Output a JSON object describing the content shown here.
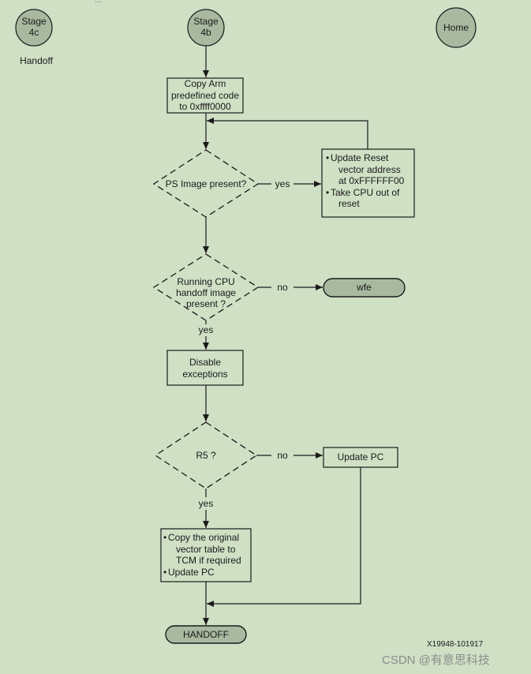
{
  "top_cut_text": "...",
  "circles": {
    "stage_4c": [
      "Stage",
      "4c"
    ],
    "stage_4b": [
      "Stage",
      "4b"
    ],
    "home": "Home"
  },
  "handoff_caption": "Handoff",
  "boxes": {
    "copy_arm": [
      "Copy Arm",
      "predefined code",
      "to 0xffff0000"
    ],
    "disable_exceptions": [
      "Disable",
      "exceptions"
    ],
    "update_pc": "Update PC"
  },
  "bullet_boxes": {
    "update_reset": [
      [
        "Update Reset",
        "vector address",
        "at 0xFFFFFF00"
      ],
      [
        "Take CPU out of",
        "reset"
      ]
    ],
    "copy_vector": [
      [
        "Copy the original",
        "vector table to",
        "TCM if required"
      ],
      [
        "Update PC"
      ]
    ]
  },
  "decisions": {
    "ps_image": [
      "PS Image present?"
    ],
    "running_cpu": [
      "Running CPU",
      "handoff image",
      "present ?"
    ],
    "r5": [
      "R5 ?"
    ]
  },
  "edge_labels": {
    "ps_yes": "yes",
    "running_no": "no",
    "running_yes": "yes",
    "r5_no": "no",
    "r5_yes": "yes"
  },
  "terminals": {
    "wfe": "wfe",
    "handoff": "HANDOFF"
  },
  "figure_id": "X19948-101917",
  "watermark": "CSDN @有意思科技",
  "colors": {
    "background": "#cfe0c5",
    "terminal_fill": "#a8b9a0",
    "line": "#1a1a1a"
  }
}
